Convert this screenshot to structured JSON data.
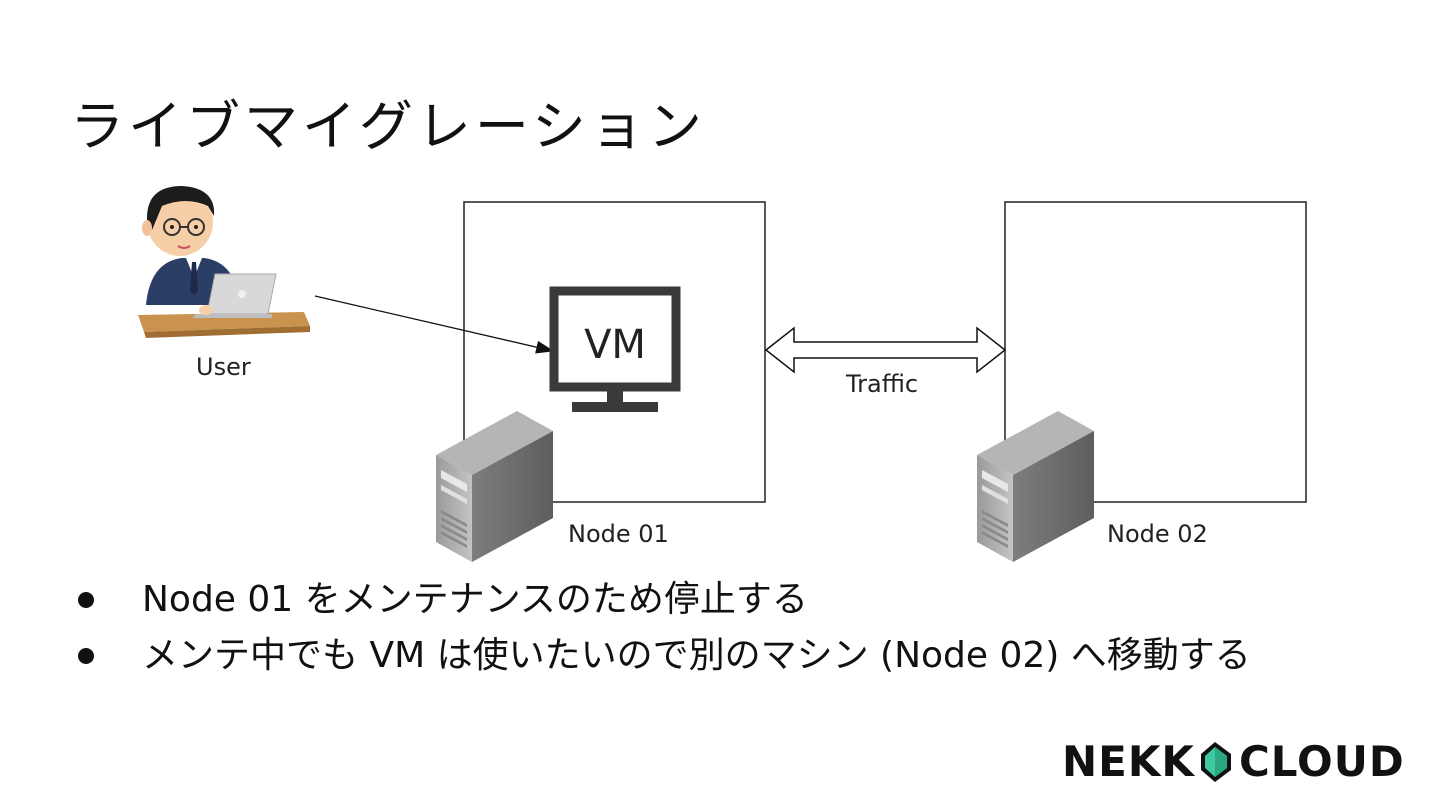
{
  "title": "ライブマイグレーション",
  "diagram": {
    "user_label": "User",
    "node1_label": "Node 01",
    "node2_label": "Node 02",
    "vm_label": "VM",
    "traffic_label": "Traffic"
  },
  "bullets": [
    "Node 01 をメンテナンスのため停止する",
    "メンテ中でも VM は使いたいので別のマシン (Node 02) へ移動する"
  ],
  "logo": {
    "left_text": "NEKK",
    "right_text": "CLOUD",
    "accent_color": "#3cc9a0"
  }
}
